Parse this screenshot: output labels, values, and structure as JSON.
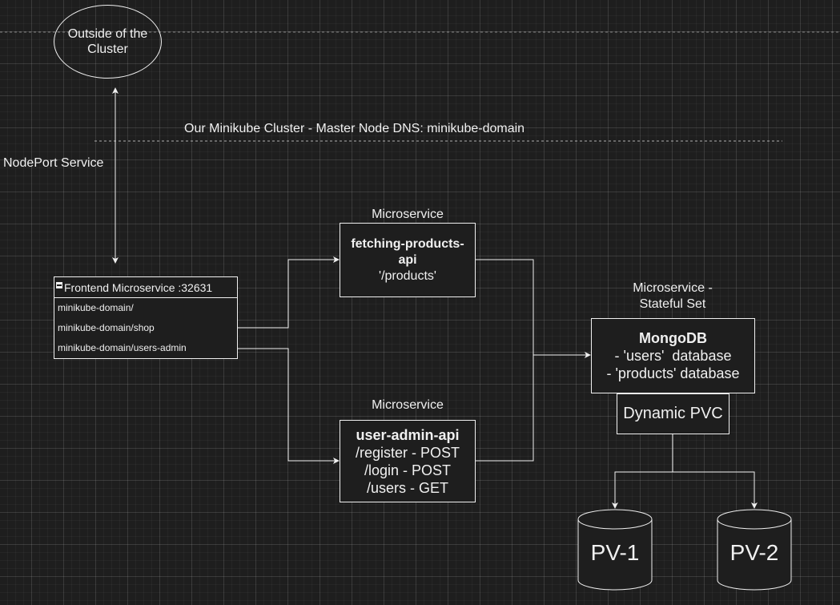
{
  "outside": {
    "text_line1": "Outside of the",
    "text_line2": "Cluster"
  },
  "cluster_label": "Our Minikube Cluster - Master Node DNS: minikube-domain",
  "nodeport_label": "NodePort Service",
  "frontend": {
    "title": "Frontend Microservice :32631",
    "routes": [
      "minikube-domain/",
      "minikube-domain/shop",
      "minikube-domain/users-admin"
    ]
  },
  "products_api": {
    "caption": "Microservice",
    "name_line1": "fetching-products-",
    "name_line2": "api",
    "route": "'/products'"
  },
  "users_api": {
    "caption": "Microservice",
    "name": "user-admin-api",
    "routes": [
      "/register - POST",
      "/login - POST",
      "/users - GET"
    ]
  },
  "mongodb": {
    "caption_line1": "Microservice -",
    "caption_line2": "Stateful Set",
    "name": "MongoDB",
    "databases": [
      "- 'users'  database",
      "- 'products' database"
    ]
  },
  "pvc": {
    "label": "Dynamic PVC"
  },
  "volumes": [
    "PV-1",
    "PV-2"
  ],
  "colors": {
    "background": "#1e1e1e",
    "stroke": "#f0f0f0",
    "grid": "#2f2f2f"
  }
}
